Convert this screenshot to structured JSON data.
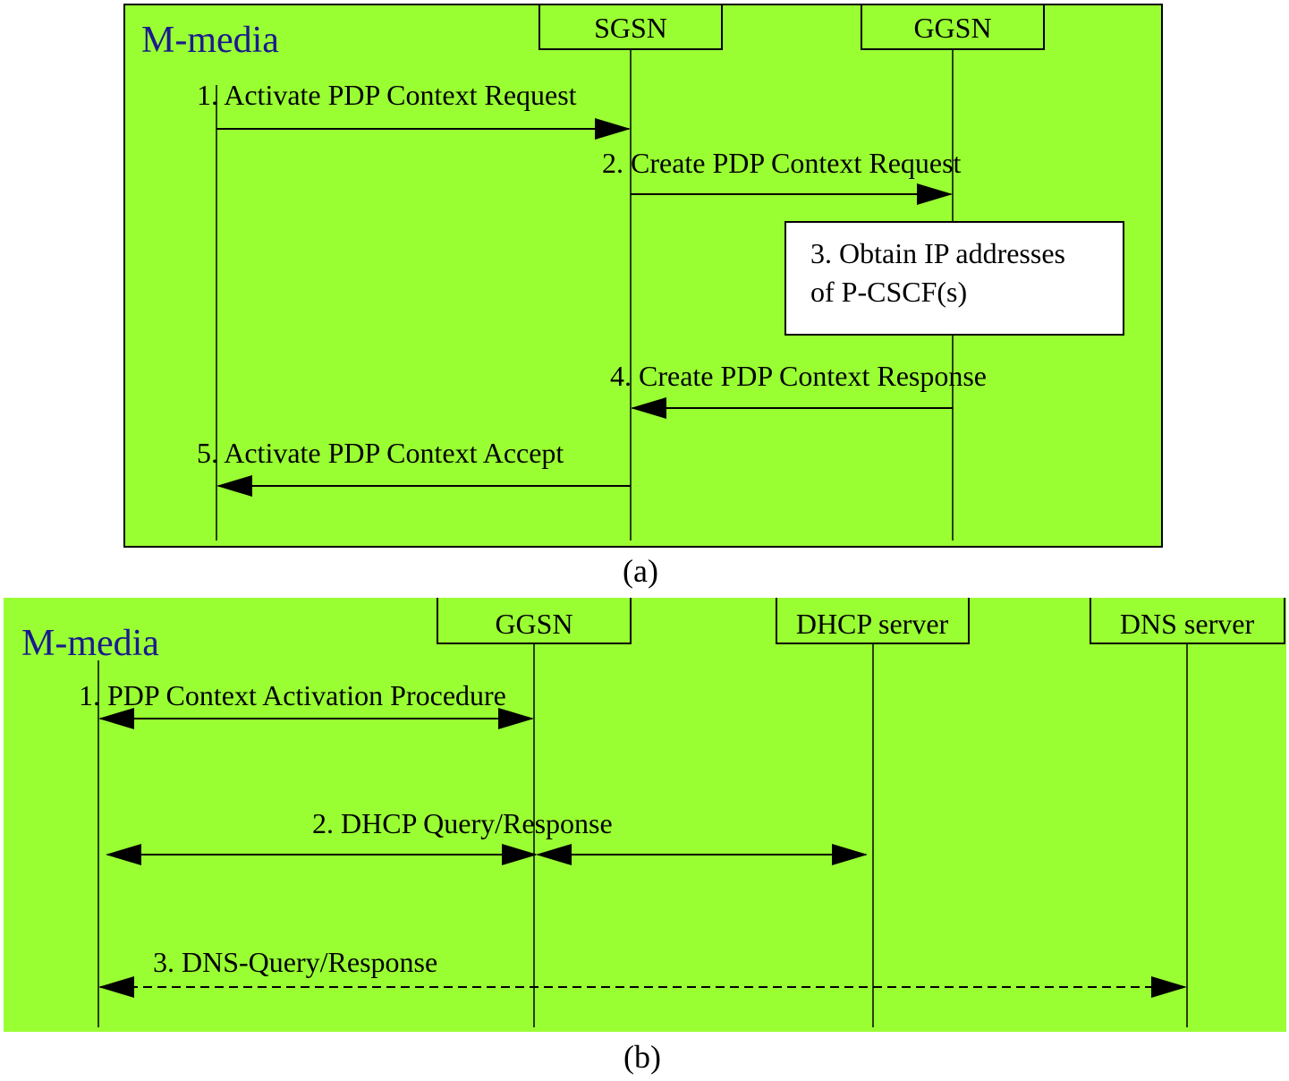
{
  "colors": {
    "panel": "#99ff33",
    "title": "#1a1a8c",
    "ink": "#000000",
    "box": "#ffffff"
  },
  "panel_a": {
    "title": "M-media",
    "nodes": {
      "sgsn": "SGSN",
      "ggsn": "GGSN"
    },
    "messages": {
      "m1": "1. Activate PDP Context Request",
      "m2": "2. Create PDP Context Request",
      "m3_line1": "3. Obtain IP addresses",
      "m3_line2": "of P-CSCF(s)",
      "m4": "4. Create PDP Context Response",
      "m5": "5. Activate PDP Context Accept"
    },
    "caption": "(a)"
  },
  "panel_b": {
    "title": "M-media",
    "nodes": {
      "ggsn": "GGSN",
      "dhcp": "DHCP server",
      "dns": "DNS server"
    },
    "messages": {
      "m1": "1. PDP Context Activation Procedure",
      "m2": "2. DHCP Query/Response",
      "m3": "3. DNS-Query/Response"
    },
    "caption": "(b)"
  }
}
